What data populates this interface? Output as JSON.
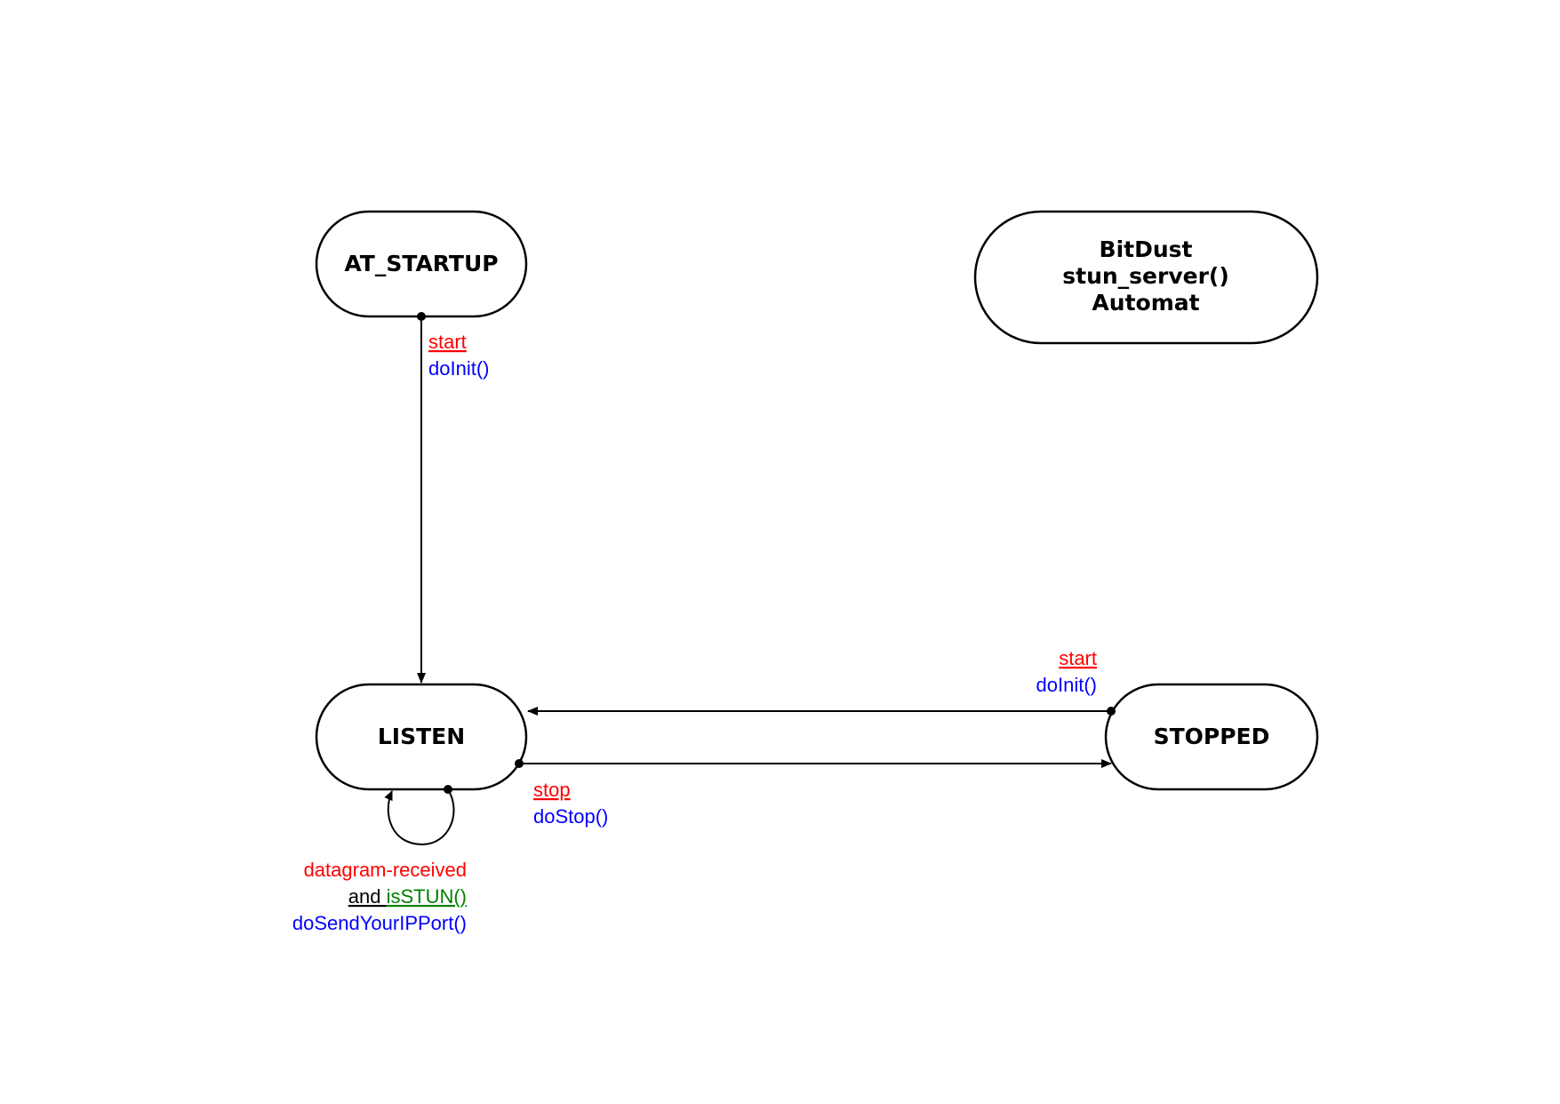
{
  "diagram": {
    "title_lines": [
      "BitDust",
      "stun_server()",
      "Automat"
    ],
    "states": {
      "at_startup": "AT_STARTUP",
      "listen": "LISTEN",
      "stopped": "STOPPED"
    },
    "transitions": {
      "startup_to_listen": {
        "event": "start",
        "action": "doInit()"
      },
      "stopped_to_listen": {
        "event": "start",
        "action": "doInit()"
      },
      "listen_to_stopped": {
        "event": "stop",
        "action": "doStop()"
      },
      "listen_self": {
        "event": "datagram-received",
        "conjunction": "and",
        "condition": "isSTUN()",
        "action": "doSendYourIPPort()"
      }
    },
    "colors": {
      "event": "#ff0000",
      "action": "#0000ff",
      "condition": "#008000",
      "stroke": "#000000"
    }
  }
}
